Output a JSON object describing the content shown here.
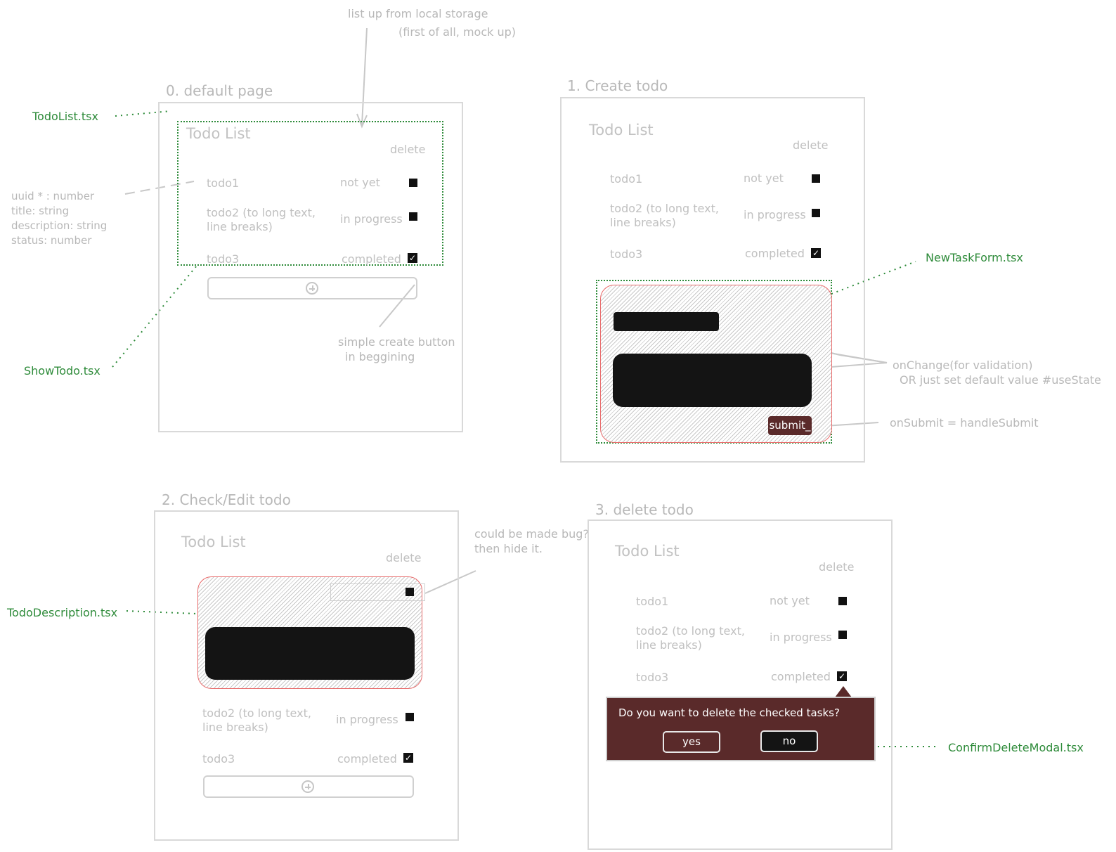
{
  "notes": {
    "top_note_1": "list up from local storage",
    "top_note_2": "(first of all, mock up)",
    "uuid_line1": "uuid * : number",
    "uuid_line2": "title: string",
    "uuid_line3": "description: string",
    "uuid_line4": "status: number",
    "create_btn_note1": "simple create button",
    "create_btn_note2": "in beggining",
    "onchange_note1": "onChange(for validation)",
    "onchange_note2": "OR just set default value #useState",
    "onsubmit_note": "onSubmit = handleSubmit",
    "bug_note1": "could be made bug?",
    "bug_note2": "then hide it."
  },
  "components": {
    "todolist": "TodoList.tsx",
    "showtodo": "ShowTodo.tsx",
    "newtaskform": "NewTaskForm.tsx",
    "tododescription": "TodoDescription.tsx",
    "confirmdelete": "ConfirmDeleteModal.tsx"
  },
  "panels": {
    "p0_title": "0. default page",
    "p1_title": "1. Create todo",
    "p2_title": "2. Check/Edit todo",
    "p3_title": "3. delete todo"
  },
  "list": {
    "title": "Todo List",
    "delete_header": "delete",
    "todo1": "todo1",
    "todo2_l1": "todo2 (to long text,",
    "todo2_l2": "line breaks)",
    "todo3": "todo3",
    "status1": "not yet",
    "status2": "in progress",
    "status3": "completed"
  },
  "form": {
    "submit_label": "submit_"
  },
  "modal": {
    "question": "Do you want to delete the checked tasks?",
    "yes": "yes",
    "no": "no"
  },
  "icons": {
    "plus": "plus-circle-icon",
    "check": "checkbox-checked-icon"
  },
  "colors": {
    "component_label": "#2e8b3a",
    "modal_bg": "#5a2a2a",
    "submit_bg": "#5a2a2a",
    "hatch_border": "#e86b6b"
  }
}
